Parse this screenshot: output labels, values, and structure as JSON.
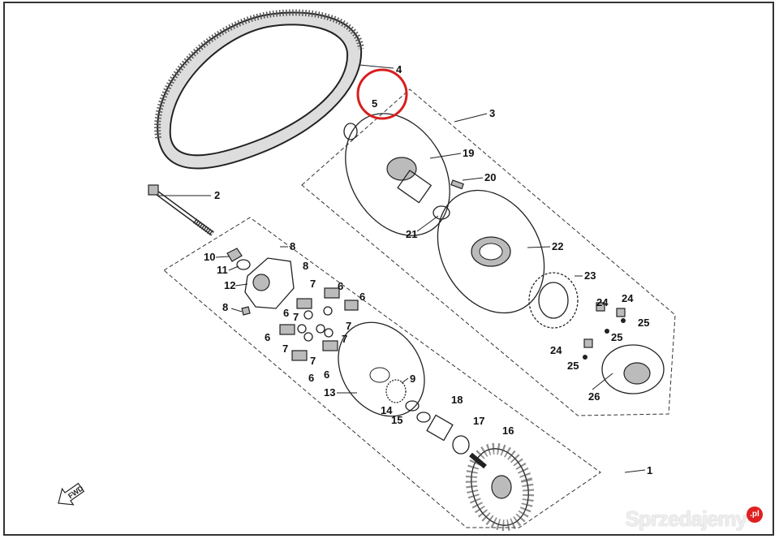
{
  "diagram": {
    "labels": {
      "l1": "1",
      "l2": "2",
      "l3": "3",
      "l4": "4",
      "l5": "5",
      "l6": "6",
      "l7": "7",
      "l8": "8",
      "l9": "9",
      "l10": "10",
      "l11": "11",
      "l12": "12",
      "l13": "13",
      "l14": "14",
      "l15": "15",
      "l16": "16",
      "l17": "17",
      "l18": "18",
      "l19": "19",
      "l20": "20",
      "l21": "21",
      "l22": "22",
      "l23": "23",
      "l24": "24",
      "l25": "25",
      "l26": "26"
    },
    "direction_arrow": "FWD",
    "highlight_color": "#d81e1e"
  },
  "watermark": {
    "text": "Sprzedajemy",
    "badge": ".pl"
  }
}
